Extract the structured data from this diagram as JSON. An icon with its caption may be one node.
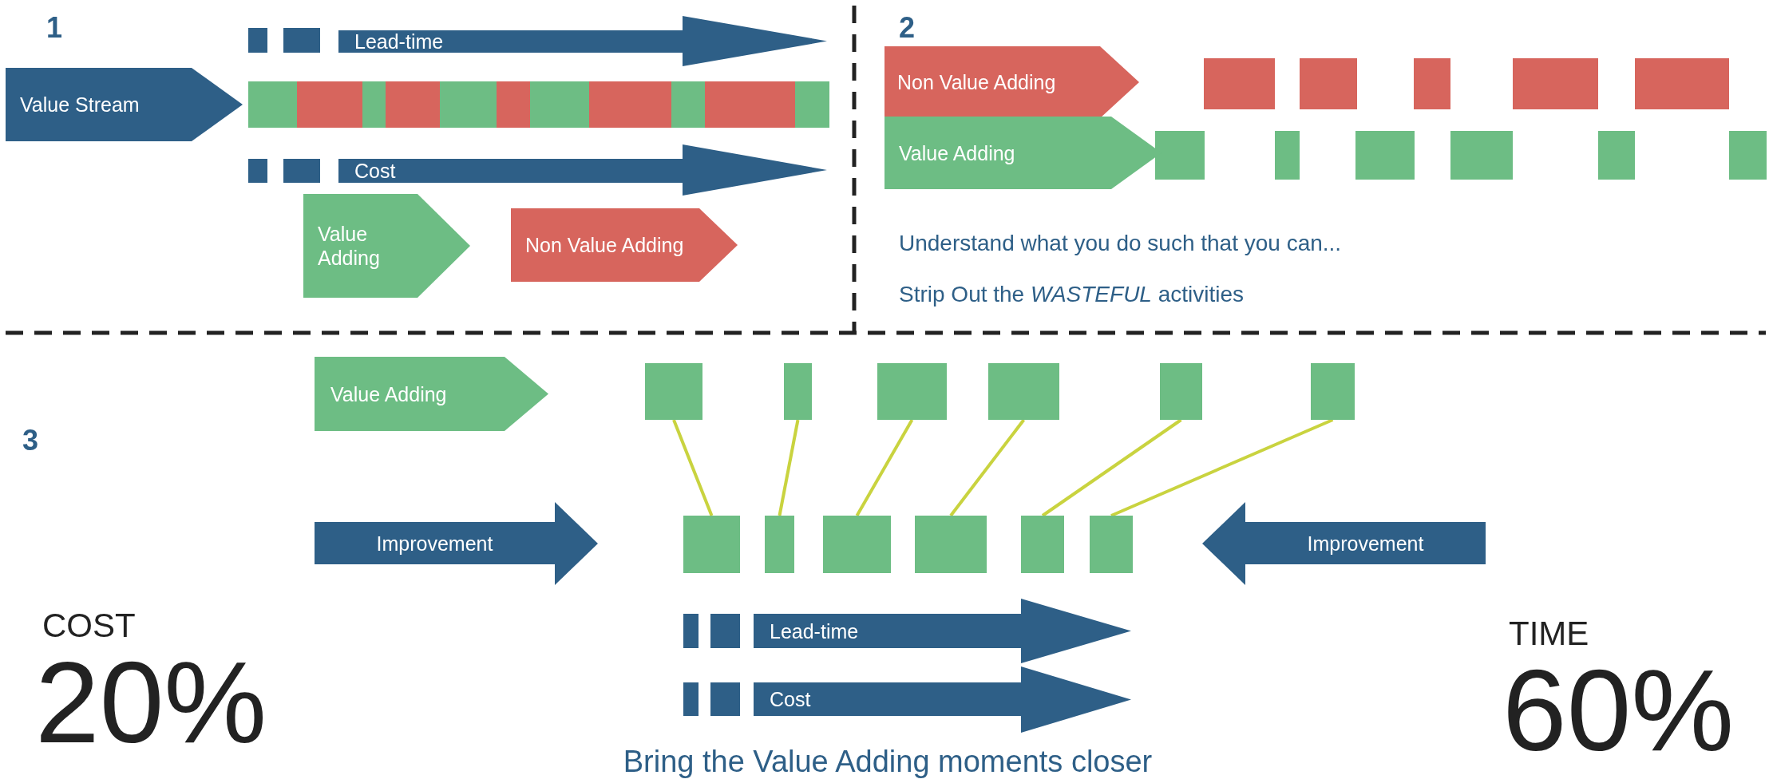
{
  "diagram": {
    "caption": "Bring the Value Adding moments closer",
    "nodes": [
      {
        "text": [
          "Value Stream"
        ]
      },
      {
        "text": [
          "Lead-time"
        ]
      },
      {
        "text": [
          "Cost"
        ]
      },
      {
        "text": [
          "Value Adding"
        ]
      },
      {
        "text": [
          "Non Value Adding"
        ]
      },
      {
        "text": [
          "Non Value Adding"
        ]
      },
      {
        "text": [
          "Value Adding"
        ]
      },
      {
        "text": [
          "Value Adding"
        ]
      },
      {
        "text": [
          "Improvement"
        ]
      },
      {
        "text": [
          "Improvement"
        ]
      },
      {
        "text": [
          "Lead-time"
        ]
      },
      {
        "text": [
          "Cost"
        ]
      },
      {
        "text": [],
        "shape": "box"
      },
      {
        "text": [],
        "shape": "box"
      },
      {
        "text": [],
        "shape": "box"
      },
      {
        "text": [],
        "shape": "box"
      },
      {
        "text": [],
        "shape": "box"
      },
      {
        "text": [],
        "shape": "box"
      },
      {
        "text": [],
        "shape": "box"
      },
      {
        "text": [],
        "shape": "box"
      },
      {
        "text": [],
        "shape": "box"
      },
      {
        "text": [],
        "shape": "box"
      },
      {
        "text": [],
        "shape": "box"
      },
      {
        "text": [],
        "shape": "box"
      }
    ],
    "edges": [
      {
        "from": 12,
        "to": 18,
        "arrow": "none"
      },
      {
        "from": 13,
        "to": 19,
        "arrow": "none"
      },
      {
        "from": 14,
        "to": 20,
        "arrow": "none"
      },
      {
        "from": 15,
        "to": 21,
        "arrow": "none"
      },
      {
        "from": 16,
        "to": 22,
        "arrow": "none"
      },
      {
        "from": 17,
        "to": 23,
        "arrow": "none"
      }
    ],
    "labels": [
      "1",
      "2",
      "3",
      "Understand what you do such that you can...",
      "Strip Out the *WASTEFUL* activities",
      "COST",
      "20%",
      "TIME",
      "60%"
    ]
  }
}
